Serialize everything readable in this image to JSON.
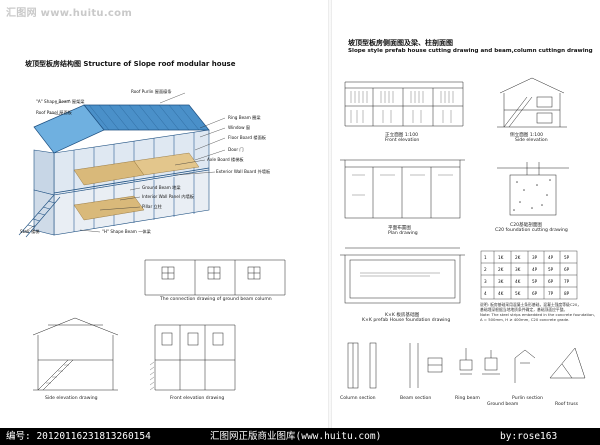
{
  "watermark": "汇图网 www.huitu.com",
  "left_title": "坡顶型板房结构图  Structure of Slope roof modular house",
  "right_title_cn": "坡顶型板房侧面图及梁、柱剖面图",
  "right_title_en": "Slope style prefab house cutting drawing and beam,column cuttingn drawing",
  "labels": {
    "a_shape_beam": "\"A\" Shape Beam 屋架梁",
    "roof_panel": "Roof Panel 屋面板",
    "roof_purlin": "Roof Purlin 屋面檩条",
    "ring_beam": "Ring Beam 圈梁",
    "window": "Window 窗",
    "floor_board": "Floor Board 楼面板",
    "door": "Door 门",
    "axle_board": "Axle Board 楼梯板",
    "exterior_wall": "Exterior Wall Board 外墙板",
    "ground_beam": "Ground Beam 地梁",
    "interior_wall": "Interior Wall Panel 内墙板",
    "pillar": "Pillar 立柱",
    "shape_beam": "\"H\" Shape Beam 一体梁",
    "stair": "Stair 楼梯"
  },
  "captions": {
    "section_mid": "The connection drawing of ground beam column",
    "section_left": "Side elevation drawing",
    "section_right": "Front elevation drawing",
    "front_elev_cn": "正立面图 1:100",
    "front_elev_en": "Front elevation",
    "side_elev_cn": "侧立面图 1:100",
    "side_elev_en": "Side elevation",
    "plan_cn": "平面布置图",
    "plan_en": "Plan drawing",
    "found_cn": "C20基础剖面图",
    "found_en": "C20 foundation cutting drawing",
    "kk_cn": "K×K 板房基础图",
    "kk_en": "K×K prefab House foundation drawing",
    "b1": "Column section",
    "b2": "Beam section",
    "b3": "Ring beam",
    "b4": "Ground beam",
    "b5": "Purlin section",
    "b6": "Roof truss"
  },
  "table": {
    "rows": [
      [
        "1",
        "1K",
        "2K",
        "3P",
        "4P",
        "5P"
      ],
      [
        "2",
        "2K",
        "3K",
        "4P",
        "5P",
        "6P"
      ],
      [
        "3",
        "3K",
        "4K",
        "5P",
        "6P",
        "7P"
      ],
      [
        "4",
        "4K",
        "5K",
        "6P",
        "7P",
        "8P"
      ]
    ]
  },
  "notes": [
    "说明: 板房基础采用混凝土条形基础，混凝土强度等级C20，",
    "基础埋深根据当地地质条件确定，基础顶面应平整。",
    "Note: The steel strips embedded in the concrete foundation,",
    "A = 500mm, H ≥ 400mm, C20 concrete grade."
  ],
  "footer": {
    "id": "编号: 20120116231813260154",
    "site": "汇图网正版商业图库(www.huitu.com)",
    "by": "by:rose163"
  }
}
